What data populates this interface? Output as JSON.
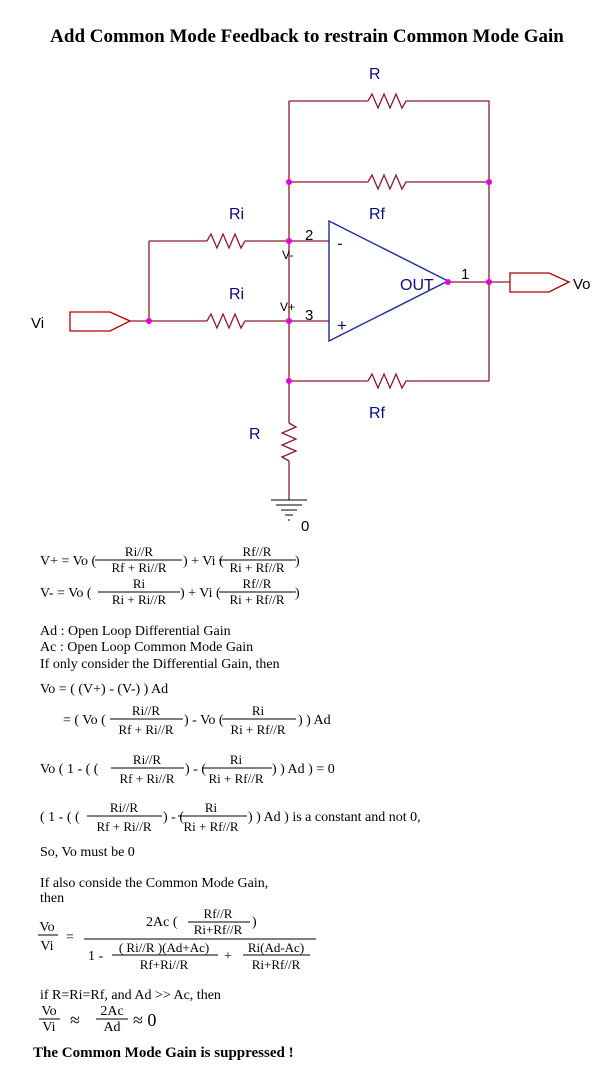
{
  "title": "Add Common Mode Feedback to restrain Common Mode Gain",
  "labels": {
    "r_top": "R",
    "rf_mid": "Rf",
    "ri_top": "Ri",
    "ri_bottom": "Ri",
    "rf_bottom": "Rf",
    "r_ground": "R",
    "vi": "Vi",
    "vo": "Vo",
    "pin2": "2",
    "pin3": "3",
    "pin1": "1",
    "vminus": "V-",
    "vplus": "V+",
    "out": "OUT",
    "minus": "-",
    "plus": "+",
    "ground": "0"
  },
  "math": {
    "vplus_lhs": "V+ = Vo (",
    "vplus_f1_num": "Ri//R",
    "vplus_f1_den": "Rf + Ri//R",
    "vplus_mid": ") + Vi (",
    "vplus_f2_num": "Rf//R",
    "vplus_f2_den": "Ri + Rf//R",
    "vplus_end": ")",
    "vminus_lhs": "V- = Vo (",
    "vminus_f1_num": "Ri",
    "vminus_f1_den": "Ri + Ri//R",
    "vminus_mid": ") + Vi (",
    "vminus_f2_num": "Rf//R",
    "vminus_f2_den": "Ri + Rf//R",
    "vminus_end": ")",
    "def_ad": "Ad : Open Loop Differential Gain",
    "def_ac": "Ac : Open Loop Common Mode Gain",
    "if_diff": "If only consider the Differential Gain, then",
    "vo_eq": "Vo = ( (V+) - (V-) ) Ad",
    "eq2_a": "= ( Vo (",
    "eq2_f1_num": "Ri//R",
    "eq2_f1_den": "Rf + Ri//R",
    "eq2_b": ") - Vo (",
    "eq2_f2_num": "Ri",
    "eq2_f2_den": "Ri + Rf//R",
    "eq2_c": ") ) Ad",
    "eq3_a": "Vo ( 1 - ( (",
    "eq3_f1_num": "Ri//R",
    "eq3_f1_den": "Rf + Ri//R",
    "eq3_b": ") -  (",
    "eq3_f2_num": "Ri",
    "eq3_f2_den": "Ri + Rf//R",
    "eq3_c": ") ) Ad ) = 0",
    "eq4_a": "( 1 - ( (",
    "eq4_f1_num": "Ri//R",
    "eq4_f1_den": "Rf + Ri//R",
    "eq4_b": ") -  (",
    "eq4_f2_num": "Ri",
    "eq4_f2_den": "Ri + Rf//R",
    "eq4_c": ") ) Ad ) is a constant and not 0,",
    "so_vo": "So, Vo must be 0",
    "if_cm_1": "If also conside the Common Mode Gain,",
    "if_cm_2": "then",
    "big_lhs_num": "Vo",
    "big_lhs_den": "Vi",
    "big_eq": "=",
    "big_num_a": "2Ac (",
    "big_num_f_num": "Rf//R",
    "big_num_f_den": "Ri+Rf//R",
    "big_num_b": ")",
    "big_den_a": "1 -",
    "big_den_f1_num": "( Ri//R )(Ad+Ac)",
    "big_den_f1_den": "Rf+Ri//R",
    "big_den_plus": "+",
    "big_den_f2_num": "Ri(Ad-Ac)",
    "big_den_f2_den": "Ri+Rf//R",
    "cond": "if  R=Ri=Rf, and Ad >> Ac, then",
    "fin_lhs_num": "Vo",
    "fin_lhs_den": "Vi",
    "approx1": "≈",
    "fin_rhs_num": "2Ac",
    "fin_rhs_den": "Ad",
    "approx2": "≈ 0",
    "conclusion": "The Common Mode Gain is suppressed !"
  }
}
